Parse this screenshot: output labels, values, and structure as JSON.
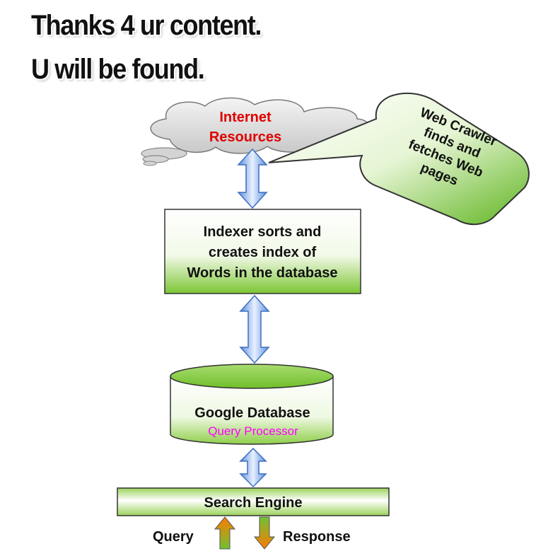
{
  "caption": {
    "line1": "Thanks 4 ur content.",
    "line2": "U will be found."
  },
  "diagram": {
    "cloud": {
      "line1": "Internet",
      "line2": "Resources"
    },
    "callout": {
      "lines": [
        "Web Crawler",
        "finds and",
        "fetches Web",
        "pages"
      ]
    },
    "indexer": {
      "lines": [
        "Indexer sorts and",
        "creates index of",
        "Words in the database"
      ]
    },
    "database": {
      "title": "Google Database",
      "subtitle": "Query Processor"
    },
    "search_engine": {
      "label": "Search Engine"
    },
    "query_label": "Query",
    "response_label": "Response"
  },
  "colors": {
    "green": "#7cc634",
    "green_light": "#eef8e2",
    "cloud": "#d8d8d8",
    "arrow_blue": "#8fb4ec",
    "title_red": "#e00000",
    "subtitle_pink": "#ff00ff"
  }
}
